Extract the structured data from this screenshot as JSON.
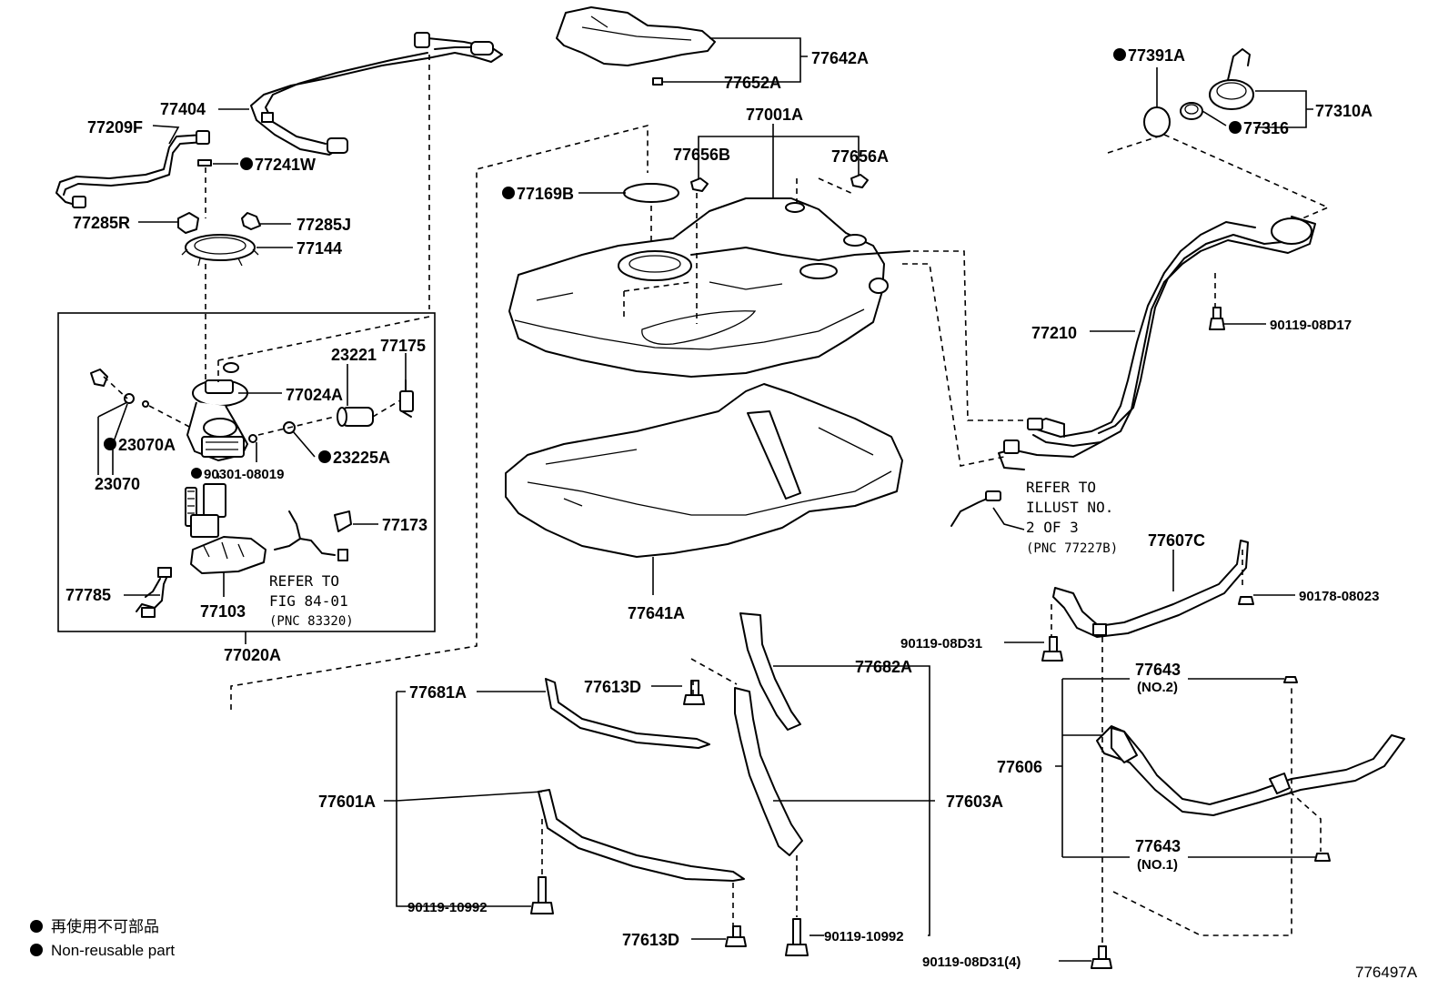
{
  "labels": {
    "p77642A": "77642A",
    "p77652A": "77652A",
    "p77404": "77404",
    "p77209F": "77209F",
    "p77241W": "77241W",
    "p77285R": "77285R",
    "p77285J": "77285J",
    "p77144": "77144",
    "p77001A": "77001A",
    "p77656B": "77656B",
    "p77656A": "77656A",
    "p77169B": "77169B",
    "p77391A": "77391A",
    "p77316": "77316",
    "p77310A": "77310A",
    "p77210": "77210",
    "p90119_08D17": "90119-08D17",
    "p23221": "23221",
    "p77175": "77175",
    "p77024A": "77024A",
    "p23070A": "23070A",
    "p23225A": "23225A",
    "p23070": "23070",
    "p90301_08019": "90301-08019",
    "p77173": "77173",
    "p77785": "77785",
    "p77103": "77103",
    "p77020A": "77020A",
    "p77641A": "77641A",
    "p77607C": "77607C",
    "p90178_08023": "90178-08023",
    "p90119_08D31": "90119-08D31",
    "p77682A": "77682A",
    "p77681A": "77681A",
    "p77613D_top": "77613D",
    "p77643_no2": "77643",
    "p77606": "77606",
    "p77601A": "77601A",
    "p77603A": "77603A",
    "p77643_no1": "77643",
    "p90119_10992_left": "90119-10992",
    "p77613D_bottom": "77613D",
    "p90119_10992_right": "90119-10992",
    "p90119_08D31_4": "90119-08D31(4)"
  },
  "sublabels": {
    "no2": "(NO.2)",
    "no1": "(NO.1)"
  },
  "notes": {
    "refer_fig": [
      "REFER TO",
      "FIG 84-01",
      "(PNC 83320)"
    ],
    "refer_illust": [
      "REFER TO",
      "ILLUST NO.",
      "2 OF 3",
      "(PNC 77227B)"
    ]
  },
  "legend": {
    "line1": "再使用不可部品",
    "line2": "Non-reusable part"
  },
  "illustration_number": "776497A"
}
